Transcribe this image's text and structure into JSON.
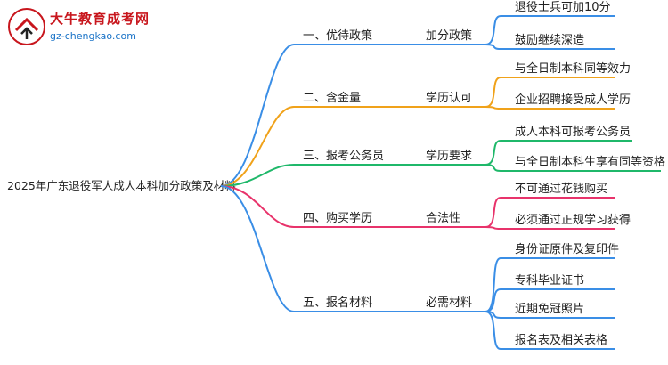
{
  "logo": {
    "title": "大牛教育成考网",
    "url": "gz-chengkao.com"
  },
  "root": "2025年广东退役军人成人本科加分政策及材料",
  "branches": [
    {
      "label": "一、优待政策",
      "sub": "加分政策",
      "color": "#3a8ee6",
      "leaves": [
        "退役士兵可加10分",
        "鼓励继续深造"
      ]
    },
    {
      "label": "二、含金量",
      "sub": "学历认可",
      "color": "#f0a21a",
      "leaves": [
        "与全日制本科同等效力",
        "企业招聘接受成人学历"
      ]
    },
    {
      "label": "三、报考公务员",
      "sub": "学历要求",
      "color": "#1fb86a",
      "leaves": [
        "成人本科可报考公务员",
        "与全日制本科生享有同等资格"
      ]
    },
    {
      "label": "四、购买学历",
      "sub": "合法性",
      "color": "#e8336b",
      "leaves": [
        "不可通过花钱购买",
        "必须通过正规学习获得"
      ]
    },
    {
      "label": "五、报名材料",
      "sub": "必需材料",
      "color": "#3a8ee6",
      "leaves": [
        "身份证原件及复印件",
        "专科毕业证书",
        "近期免冠照片",
        "报名表及相关表格"
      ]
    }
  ]
}
